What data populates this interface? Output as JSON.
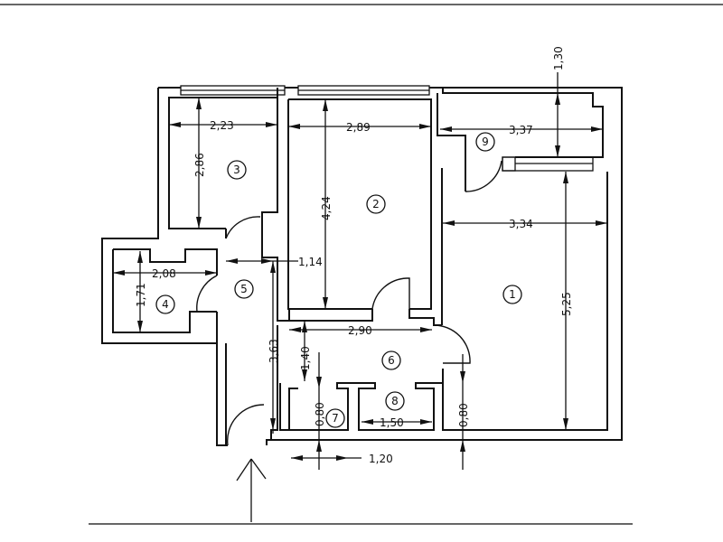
{
  "drawing": {
    "type": "apartment floor plan",
    "rooms": [
      {
        "number": "1",
        "label": "1"
      },
      {
        "number": "2",
        "label": "2"
      },
      {
        "number": "3",
        "label": "3"
      },
      {
        "number": "4",
        "label": "4"
      },
      {
        "number": "5",
        "label": "5"
      },
      {
        "number": "6",
        "label": "6"
      },
      {
        "number": "7",
        "label": "7"
      },
      {
        "number": "8",
        "label": "8"
      },
      {
        "number": "9",
        "label": "9"
      }
    ],
    "dimensions": {
      "room3_width": "2,23",
      "room3_depth": "2,86",
      "room2_width": "2,89",
      "room2_depth": "4,24",
      "room9_width": "3,37",
      "room9_depth": "1,30",
      "room1_width": "3,34",
      "room1_depth": "5,25",
      "room4_width": "2,08",
      "room4_depth": "1,71",
      "hall5_width": "1,14",
      "hall5_depth": "3,63",
      "hall6_width": "2,90",
      "hall6_depth": "1,40",
      "room7_door": "0,80",
      "room8_width": "1,50",
      "entry_width": "1,20",
      "room1_door": "0,80"
    },
    "entrance_marker": "entrance-arrow"
  }
}
